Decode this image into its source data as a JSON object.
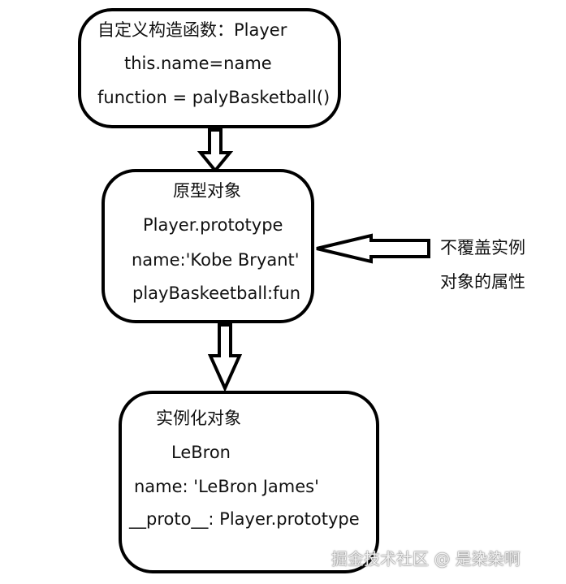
{
  "constructor_box": {
    "title": "自定义构造函数：Player",
    "line1": "this.name=name",
    "line2": "function = palyBasketball()"
  },
  "prototype_box": {
    "title": "原型对象",
    "line1": "Player.prototype",
    "line2": "name:'Kobe Bryant'",
    "line3": "playBaskeetball:fun"
  },
  "instance_box": {
    "title": "实例化对象",
    "line1": "LeBron",
    "line2": "name: 'LeBron James'",
    "line3": "__proto__: Player.prototype"
  },
  "side_note": {
    "line1": "不覆盖实例",
    "line2": "对象的属性"
  },
  "watermark": "掘金技术社区 @ 是染染啊"
}
